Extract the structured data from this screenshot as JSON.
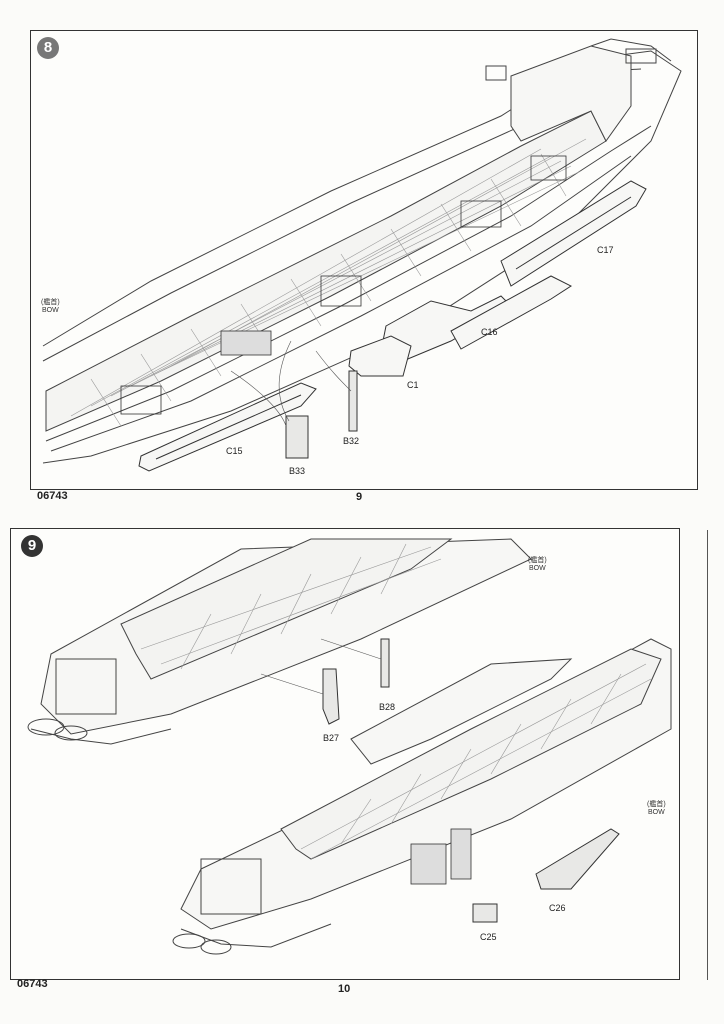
{
  "top": {
    "step_number": "8",
    "parts": {
      "C17": "C17",
      "C16": "C16",
      "C1": "C1",
      "B32": "B32",
      "C15": "C15",
      "B33": "B33"
    },
    "bow_cn": "(艦首)",
    "bow_en": "BOW",
    "code": "06743",
    "page": "9"
  },
  "bottom": {
    "step_number": "9",
    "parts": {
      "B28": "B28",
      "B27": "B27",
      "C26": "C26",
      "C25": "C25"
    },
    "bow1_cn": "(艦首)",
    "bow1_en": "BOW",
    "bow2_cn": "(艦首)",
    "bow2_en": "BOW",
    "code": "06743",
    "page": "10"
  }
}
